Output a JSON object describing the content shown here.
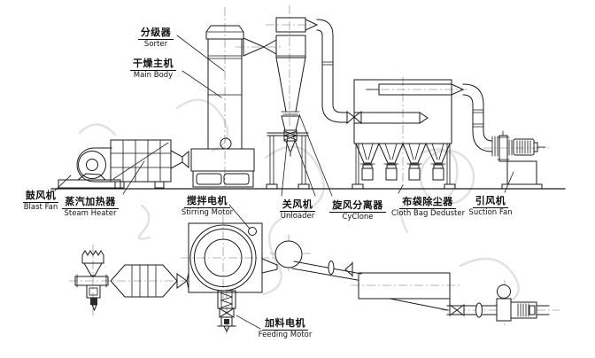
{
  "labels": [
    {
      "id": "sorter",
      "zh": "分级器",
      "en": "Sorter"
    },
    {
      "id": "main-body",
      "zh": "干燥主机",
      "en": "Main Body"
    },
    {
      "id": "blast-fan",
      "zh": "鼓风机",
      "en": "Blast Fan"
    },
    {
      "id": "steam-heater",
      "zh": "蒸汽加热器",
      "en": "Steam Heater"
    },
    {
      "id": "stirring-motor",
      "zh": "搅拌电机",
      "en": "Stirring Motor"
    },
    {
      "id": "unloader",
      "zh": "关风机",
      "en": "Unloader"
    },
    {
      "id": "cyclone",
      "zh": "旋风分离器",
      "en": "CyClone"
    },
    {
      "id": "cloth-bag-deduster",
      "zh": "布袋除尘器",
      "en": "Cloth Bag Deduster"
    },
    {
      "id": "suction-fan",
      "zh": "引风机",
      "en": "Suction Fan"
    },
    {
      "id": "feeding-motor",
      "zh": "加料电机",
      "en": "Feeding Motor"
    }
  ],
  "colors": {
    "line": "#1a1a1a",
    "label_text": "#111111",
    "background": "#ffffff",
    "watermark": "#c9c9c9"
  }
}
